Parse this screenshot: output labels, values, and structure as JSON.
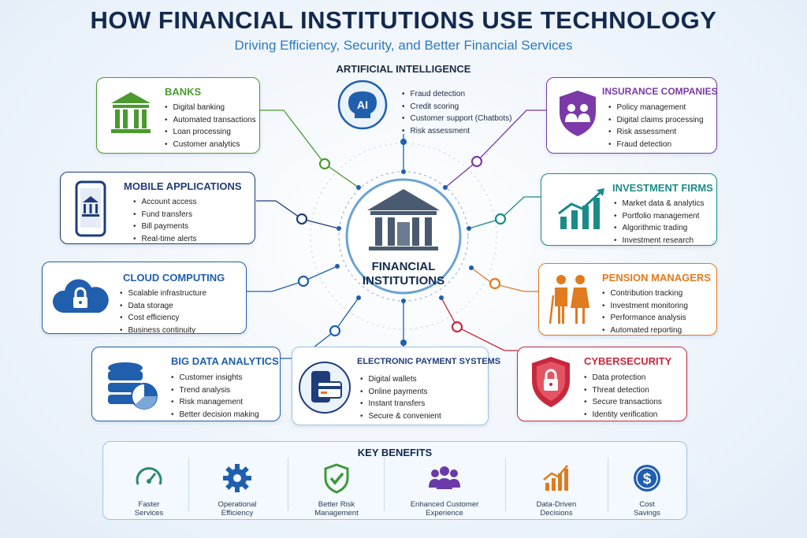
{
  "header": {
    "title": "HOW FINANCIAL INSTITUTIONS USE TECHNOLOGY",
    "subtitle": "Driving Efficiency, Security, and Better Financial Services"
  },
  "center": {
    "line1": "FINANCIAL",
    "line2": "INSTITUTIONS"
  },
  "ai": {
    "title": "ARTIFICIAL INTELLIGENCE",
    "icon_text": "AI",
    "items": [
      "Fraud detection",
      "Credit scoring",
      "Customer support (Chatbots)",
      "Risk assessment"
    ]
  },
  "banks": {
    "title": "BANKS",
    "color": "#4a9a2f",
    "items": [
      "Digital banking",
      "Automated transactions",
      "Loan processing",
      "Customer analytics"
    ]
  },
  "mobile": {
    "title": "MOBILE APPLICATIONS",
    "color": "#1f3d7a",
    "items": [
      "Account access",
      "Fund transfers",
      "Bill payments",
      "Real-time alerts"
    ]
  },
  "cloud": {
    "title": "CLOUD COMPUTING",
    "color": "#1f5fae",
    "items": [
      "Scalable infrastructure",
      "Data storage",
      "Cost efficiency",
      "Business continuity"
    ]
  },
  "bigdata": {
    "title": "BIG DATA ANALYTICS",
    "color": "#1f5fae",
    "items": [
      "Customer insights",
      "Trend analysis",
      "Risk management",
      "Better decision making"
    ]
  },
  "payments": {
    "title": "ELECTRONIC PAYMENT SYSTEMS",
    "color": "#1f3d7a",
    "items": [
      "Digital wallets",
      "Online payments",
      "Instant transfers",
      "Secure & convenient"
    ]
  },
  "insurance": {
    "title": "INSURANCE COMPANIES",
    "color": "#7b3aa8",
    "items": [
      "Policy management",
      "Digital claims processing",
      "Risk assessment",
      "Fraud detection"
    ]
  },
  "investment": {
    "title": "INVESTMENT FIRMS",
    "color": "#1a8a8a",
    "items": [
      "Market data & analytics",
      "Portfolio management",
      "Algorithmic trading",
      "Investment research"
    ]
  },
  "pension": {
    "title": "PENSION MANAGERS",
    "color": "#e07b1f",
    "items": [
      "Contribution tracking",
      "Investment monitoring",
      "Performance analysis",
      "Automated reporting"
    ]
  },
  "cyber": {
    "title": "CYBERSECURITY",
    "color": "#c8283c",
    "items": [
      "Data protection",
      "Threat detection",
      "Secure transactions",
      "Identity verification"
    ]
  },
  "benefits": {
    "title": "KEY BENEFITS",
    "items": [
      {
        "line1": "Faster",
        "line2": "Services",
        "icon": "speedometer-icon",
        "color": "#2a8a6a"
      },
      {
        "line1": "Operational",
        "line2": "Efficiency",
        "icon": "gear-icon",
        "color": "#1f5fae"
      },
      {
        "line1": "Better Risk",
        "line2": "Management",
        "icon": "shield-check-icon",
        "color": "#3d9a3a"
      },
      {
        "line1": "Enhanced Customer",
        "line2": "Experience",
        "icon": "people-icon",
        "color": "#6a3aa8"
      },
      {
        "line1": "Data-Driven",
        "line2": "Decisions",
        "icon": "growth-chart-icon",
        "color": "#e07b1f"
      },
      {
        "line1": "Cost",
        "line2": "Savings",
        "icon": "dollar-coin-icon",
        "color": "#1f5fae"
      }
    ]
  }
}
